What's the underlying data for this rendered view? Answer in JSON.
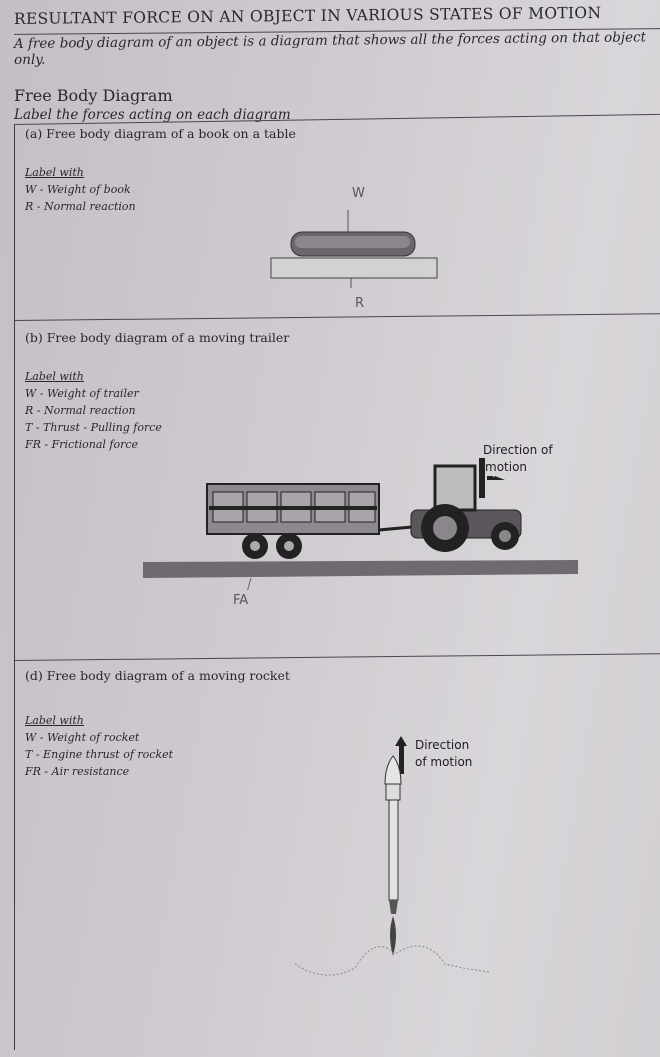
{
  "header": {
    "title": "RESULTANT FORCE ON AN OBJECT IN VARIOUS STATES OF MOTION",
    "subtitle": "A free body diagram of an object is a diagram that shows all the forces acting on that object only.",
    "section_heading": "Free Body Diagram",
    "instruction": "Label the forces acting on each diagram"
  },
  "sections": [
    {
      "title": "(a) Free body diagram of a book on a table",
      "label_heading": "Label with",
      "labels": [
        "W - Weight of book",
        "R - Normal reaction"
      ],
      "handwritten": [
        "W",
        "R"
      ]
    },
    {
      "title": "(b) Free body diagram of a moving trailer",
      "label_heading": "Label with",
      "labels": [
        "W - Weight of trailer",
        "R - Normal reaction",
        "T - Thrust - Pulling force",
        "FR - Frictional force"
      ],
      "direction": [
        "Direction of",
        "motion"
      ],
      "handwritten": [
        "FA"
      ]
    },
    {
      "title": "(d) Free body diagram of a moving rocket",
      "label_heading": "Label with",
      "labels": [
        "W - Weight of rocket",
        "T - Engine thrust of rocket",
        "FR - Air resistance"
      ],
      "direction": [
        "Direction",
        "of motion"
      ]
    }
  ]
}
